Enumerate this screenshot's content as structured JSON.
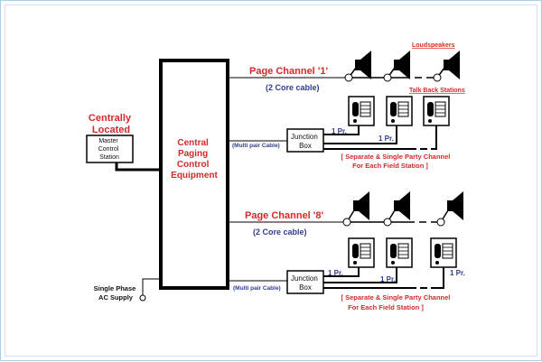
{
  "colors": {
    "red": "#d42a2a",
    "blue": "#2f3c8f",
    "line": "#000000",
    "frame": "#a7cde8"
  },
  "centrally_located": [
    "Centrally",
    "Located"
  ],
  "master_station": [
    "Master",
    "Control",
    "Station"
  ],
  "central_equipment": [
    "Central",
    "Paging",
    "Control",
    "Equipment"
  ],
  "ac_supply": [
    "Single Phase",
    "AC  Supply"
  ],
  "sections": [
    {
      "page_channel": "Page Channel  '1'",
      "core_cable": "(2 Core cable)",
      "multi_pair_cable": "(Multi pair Cable)",
      "junction_box": [
        "Junction",
        "Box"
      ],
      "pair_labels": [
        "1 Pr.",
        "1 Pr."
      ],
      "note": [
        "[ Separate & Single Party Channel",
        "For Each Field Station ]"
      ],
      "loudspeakers_label": "Loudspeakers",
      "talkback_label": "Talk Back Stations"
    },
    {
      "page_channel": "Page Channel  '8'",
      "core_cable": "(2 Core cable)",
      "multi_pair_cable": "(Multi pair Cable)",
      "junction_box": [
        "Junction",
        "Box"
      ],
      "pair_labels": [
        "1 Pr.",
        "1 Pr.",
        "1 Pr."
      ],
      "note": [
        "[ Separate & Single Party Channel",
        "For Each Field Station ]"
      ]
    }
  ]
}
